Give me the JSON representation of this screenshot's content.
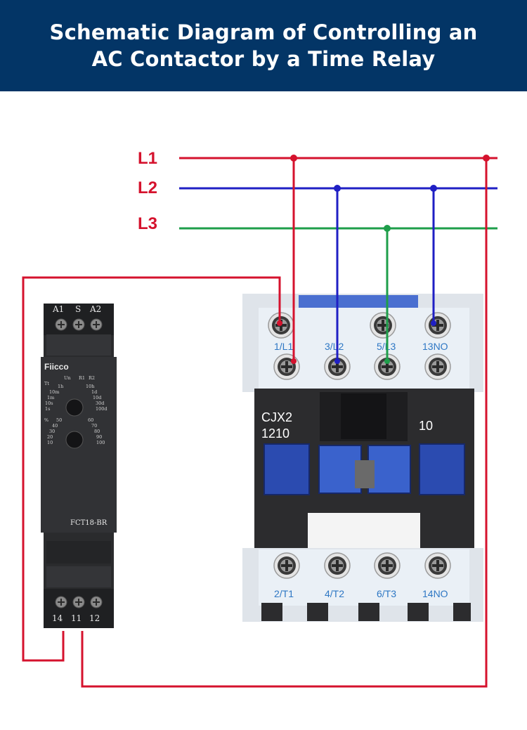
{
  "header": {
    "title_line1": "Schematic Diagram of Controlling an",
    "title_line2": "AC Contactor by a Time Relay"
  },
  "lines": {
    "l1": "L1",
    "l2": "L2",
    "l3": "L3"
  },
  "colors": {
    "header_bg": "#033566",
    "l1_wire": "#d5122d",
    "l2_wire": "#1f1fc4",
    "l3_wire": "#1e9e4a",
    "contactor_buttons": "#2b4bb0"
  },
  "relay": {
    "top_terminals": {
      "a1": "A1",
      "s": "S",
      "a2": "A2"
    },
    "brand": "Fiicco",
    "model": "FCT18-BR",
    "bottom_terminals": {
      "t14": "14",
      "t11": "11",
      "t12": "12"
    },
    "dial1_labels": {
      "tt": "Tt",
      "un": "Un",
      "r1": "R1",
      "r2": "R2",
      "t1h": "1h",
      "t10h": "10h",
      "t10m": "10m",
      "t1d": "1d",
      "t1m": "1m",
      "t10d": "10d",
      "t10s": "10s",
      "t30d": "30d",
      "t1s": "1s",
      "t100d": "100d"
    },
    "dial2_labels": {
      "pct": "%",
      "p50": "50",
      "p60": "60",
      "p40": "40",
      "p70": "70",
      "p30": "30",
      "p80": "80",
      "p20": "20",
      "p90": "90",
      "p10": "10",
      "p100": "100"
    }
  },
  "contactor": {
    "top_terminals": {
      "t1": "1/L1",
      "t3": "3/L2",
      "t5": "5/L3",
      "t13": "13NO"
    },
    "model_line1": "CJX2",
    "model_line2": "1210",
    "contact_config": "10",
    "bottom_terminals": {
      "t2": "2/T1",
      "t4": "4/T2",
      "t6": "6/T3",
      "t14": "14NO"
    }
  }
}
